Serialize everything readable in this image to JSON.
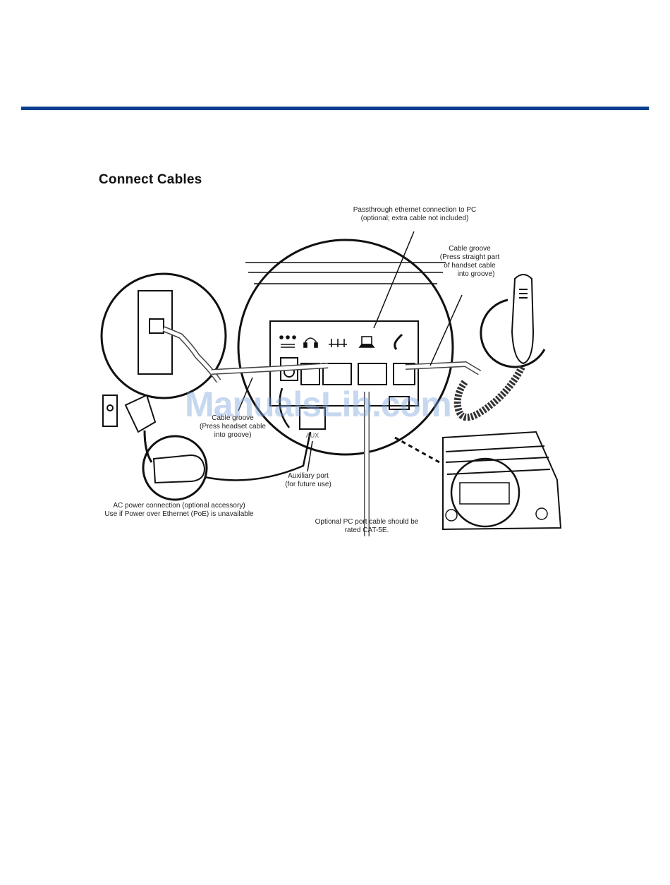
{
  "header": {
    "title": "Connect Cables",
    "rule_color": "#0b3f8f"
  },
  "labels": {
    "passthrough_line1": "Passthrough ethernet connection to PC",
    "passthrough_line2": "(optional; extra cable not included)",
    "groove_right_line1": "Cable groove",
    "groove_right_line2": "(Press straight part",
    "groove_right_line3": "of handset cable",
    "groove_right_line4": "into groove)",
    "groove_left_line1": "Cable groove",
    "groove_left_line2": "(Press headset cable",
    "groove_left_line3": "into groove)",
    "aux_port_line1": "Auxiliary port",
    "aux_port_line2": "(for future use)",
    "ac_power_line1": "AC power connection (optional accessory)",
    "ac_power_line2": "Use if Power over Ethernet (PoE) is unavailable",
    "pc_cable_line1": "Optional PC port cable should be",
    "pc_cable_line2": "rated CAT-5E.",
    "aux_jack": "AUX"
  },
  "watermark": {
    "text": "ManualsLib.com",
    "color": "#78a0dc"
  },
  "icons": [
    "network-icon",
    "headset-icon",
    "lan-icon",
    "pc-icon",
    "handset-icon"
  ]
}
